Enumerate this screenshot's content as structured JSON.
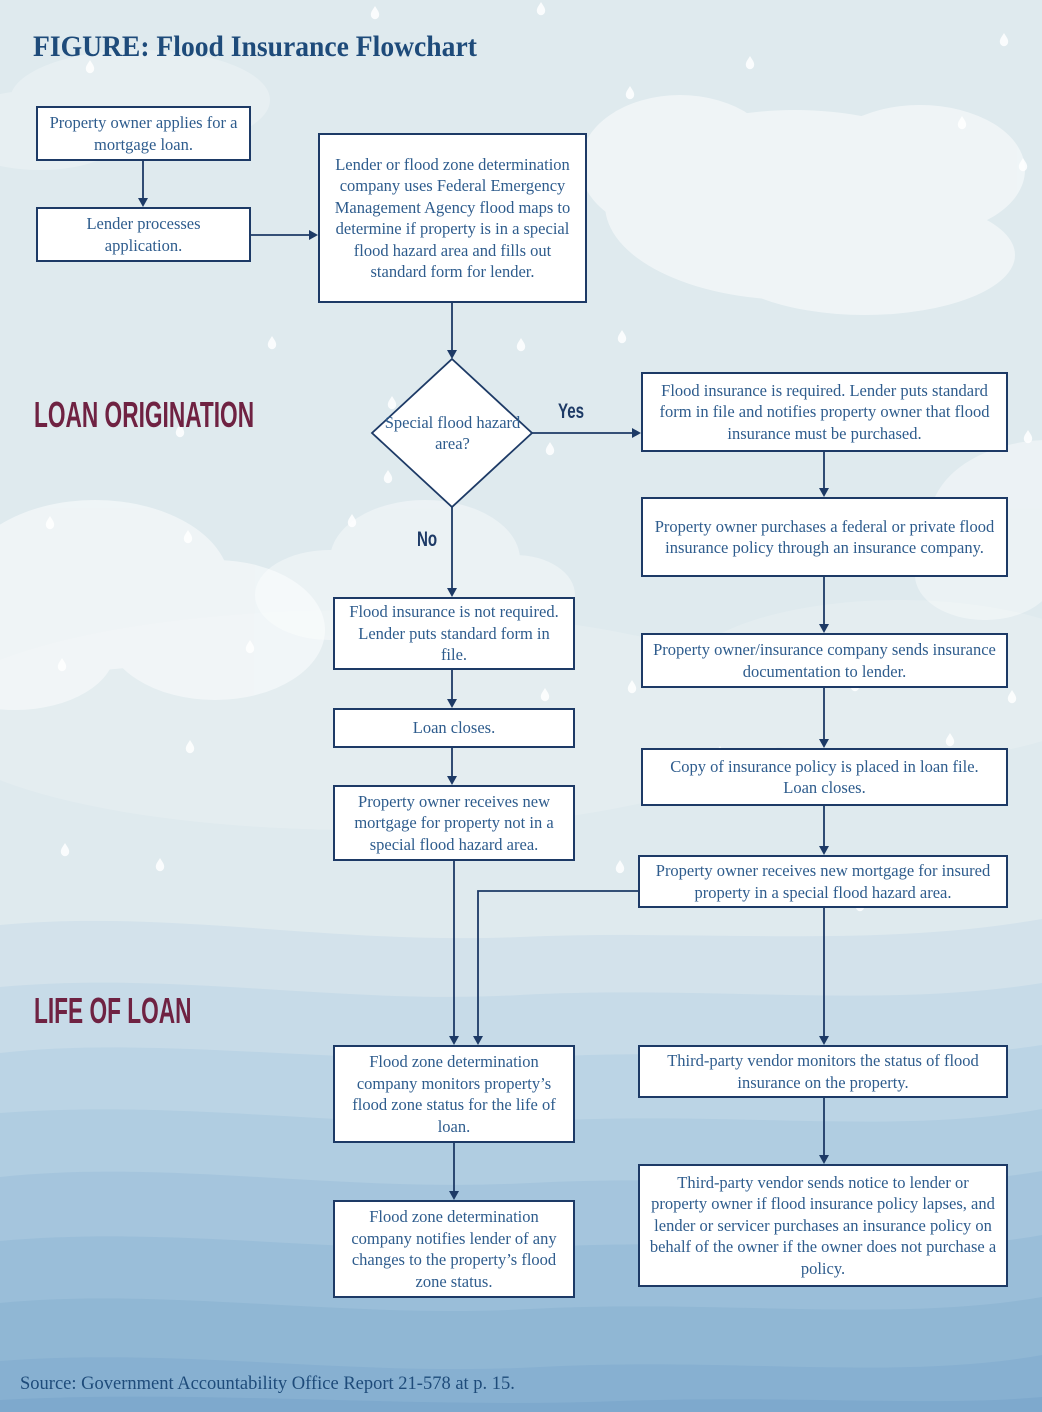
{
  "title": "FIGURE: Flood Insurance Flowchart",
  "sections": {
    "loan_origination": "LOAN ORIGINATION",
    "life_of_loan": "LIFE OF LOAN"
  },
  "decision": {
    "label": "Special flood hazard area?",
    "yes": "Yes",
    "no": "No"
  },
  "boxes": {
    "apply": "Property owner applies for a mortgage loan.",
    "process": "Lender processes application.",
    "determine": "Lender or flood zone determination company uses Federal Emergency Management Agency flood maps to determine if property is in a special flood hazard area and fills out standard form for lender.",
    "required": "Flood insurance is required. Lender puts standard form in file and notifies property owner that flood insurance must be purchased.",
    "purchase": "Property owner purchases a federal or private flood insurance policy through an insurance company.",
    "not_required": "Flood insurance is not required. Lender puts standard form in file.",
    "send_docs": "Property owner/insurance company sends insurance documentation to lender.",
    "loan_closes": "Loan closes.",
    "copy_policy": "Copy of insurance policy is placed in loan file. Loan closes.",
    "mortgage_not_sfha": "Property owner receives new mortgage for property not in a special flood hazard area.",
    "mortgage_sfha": "Property owner receives new mortgage for insured property in a special flood hazard area.",
    "fzd_monitors": "Flood zone determination company monitors property’s flood zone status for the life of loan.",
    "vendor_monitors": "Third-party vendor monitors the status of flood insurance on the property.",
    "fzd_notifies": "Flood zone determination company notifies lender of any changes to the property’s flood zone status.",
    "vendor_notice": "Third-party vendor sends notice to lender or property owner if flood insurance policy lapses, and lender or servicer purchases an insurance policy on behalf of the owner if the owner does not purchase a policy."
  },
  "source": "Source: Government Accountability Office Report 21-578 at p. 15.",
  "colors": {
    "background_sky": "#dfeaee",
    "line_navy": "#1d3a66",
    "box_text_blue": "#2e5c8d",
    "title_blue": "#1e4b7a",
    "section_maroon": "#6f2242",
    "wave_deep": "#7ea9cd"
  }
}
